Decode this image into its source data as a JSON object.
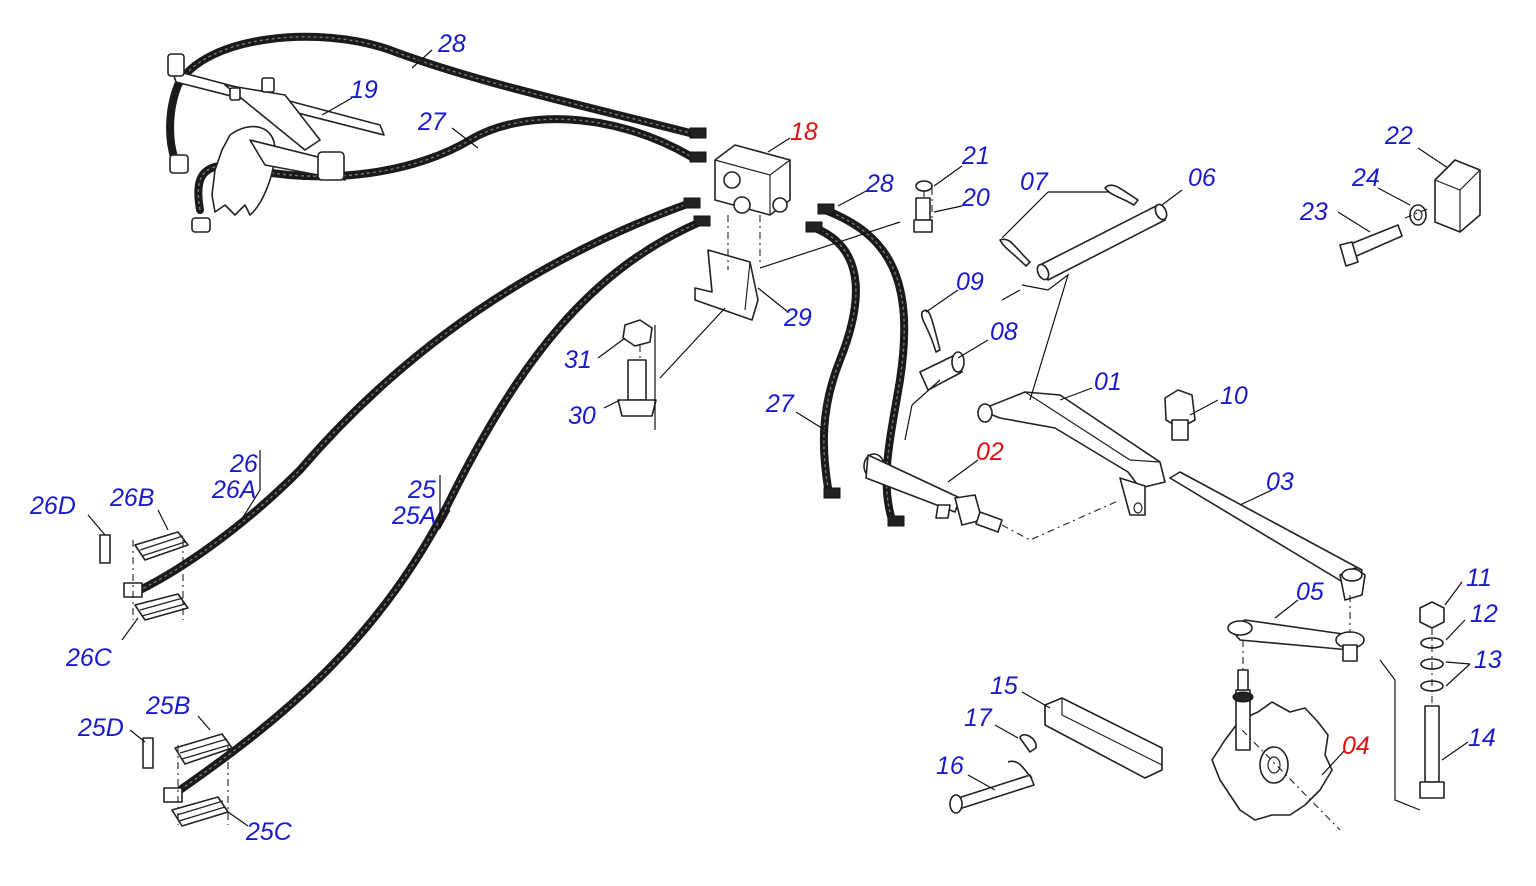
{
  "colors": {
    "label_blue": "#1a1acd",
    "label_red": "#e01010",
    "line": "#222222"
  },
  "labels": {
    "l28a": "28",
    "l19": "19",
    "l27a": "27",
    "l18": "18",
    "l21": "21",
    "l28b": "28",
    "l20": "20",
    "l07": "07",
    "l06": "06",
    "l22": "22",
    "l24": "24",
    "l23": "23",
    "l09": "09",
    "l08": "08",
    "l29": "29",
    "l31": "31",
    "l30": "30",
    "l01": "01",
    "l10": "10",
    "l27b": "27",
    "l02": "02",
    "l03": "03",
    "l26": "26",
    "l26A": "26A",
    "l25": "25",
    "l25A": "25A",
    "l26D": "26D",
    "l26B": "26B",
    "l26C": "26C",
    "l05": "05",
    "l11": "11",
    "l12": "12",
    "l13": "13",
    "l14": "14",
    "l15": "15",
    "l17": "17",
    "l16": "16",
    "l04": "04",
    "l25D": "25D",
    "l25B": "25B",
    "l25C": "25C"
  }
}
